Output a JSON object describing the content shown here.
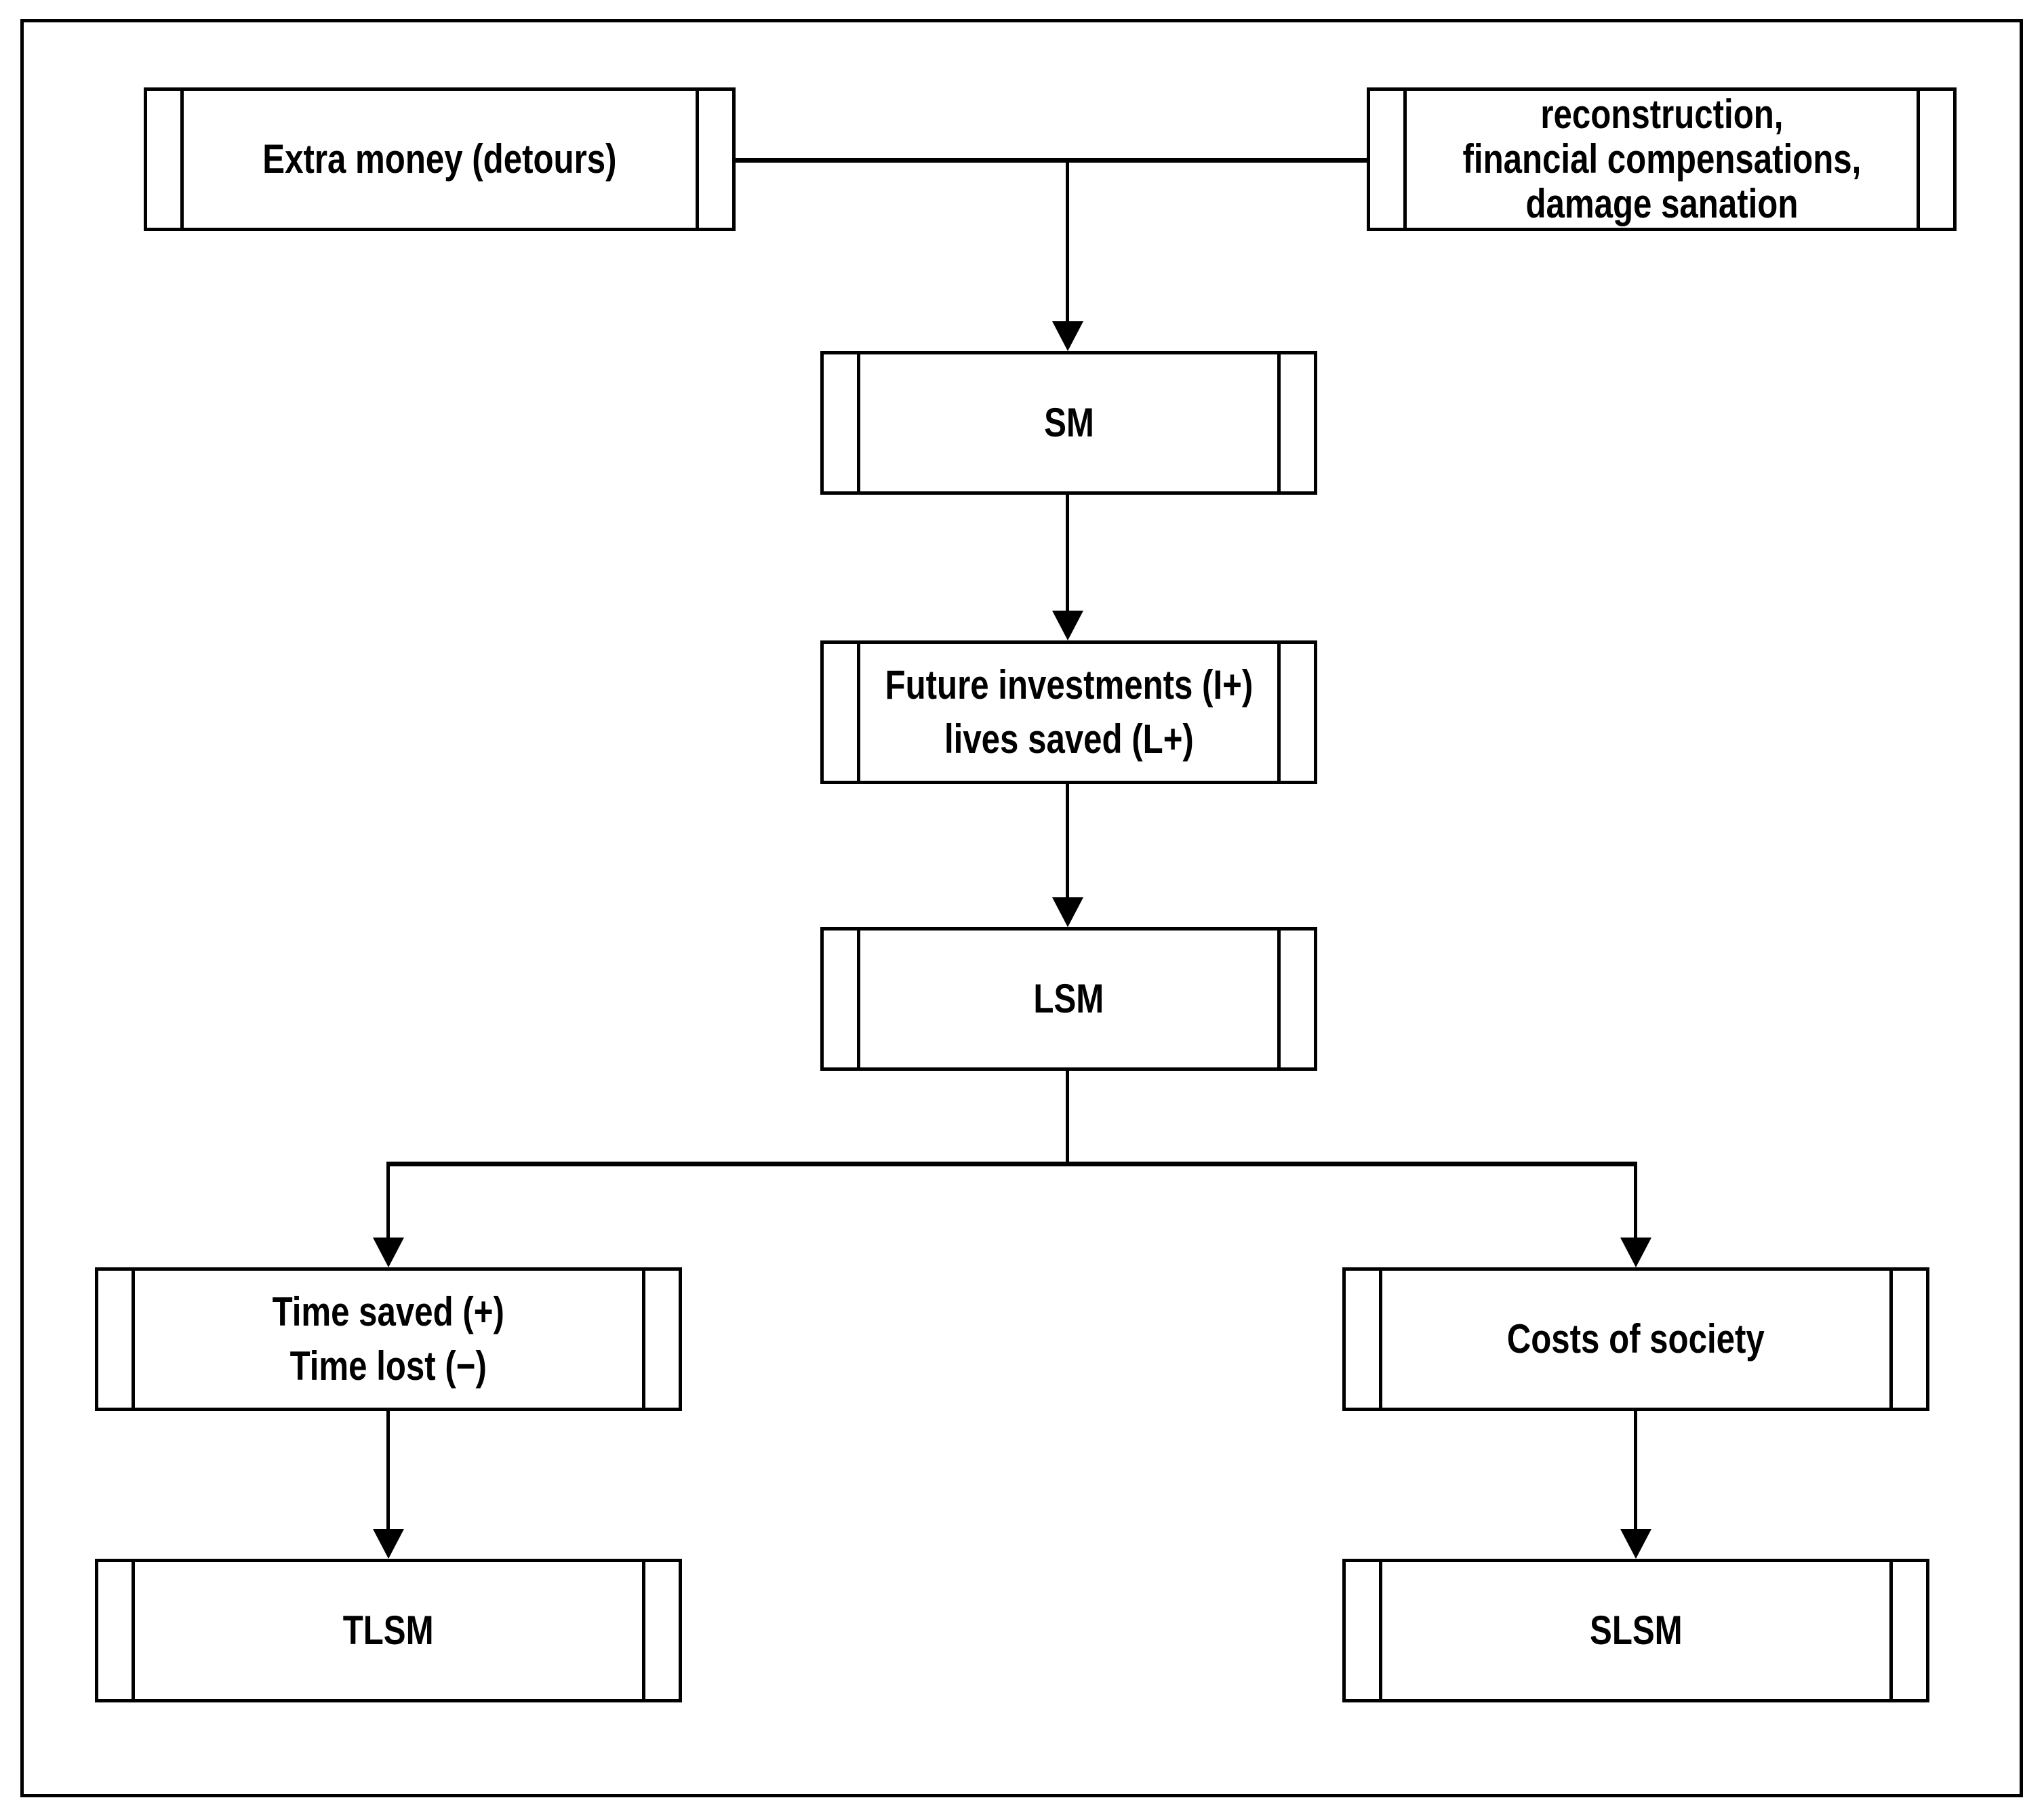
{
  "diagram": {
    "type": "flowchart",
    "colors": {
      "ink": "#000000",
      "paper": "#ffffff"
    },
    "nodes": {
      "extra_money": {
        "label": "Extra money (detours)"
      },
      "reconstruction": {
        "lines": [
          "reconstruction,",
          "financial compensations,",
          "damage sanation"
        ]
      },
      "sm": {
        "label": "SM"
      },
      "future": {
        "lines": [
          "Future investments (I+)",
          "lives saved (L+)"
        ]
      },
      "lsm": {
        "label": "LSM"
      },
      "time": {
        "lines": [
          "Time saved (+)",
          "Time lost (−)"
        ]
      },
      "costs": {
        "label": "Costs of society"
      },
      "tlsm": {
        "label": "TLSM"
      },
      "slsm": {
        "label": "SLSM"
      }
    },
    "edges": [
      "extra_money + reconstruction -> sm",
      "sm -> future",
      "future -> lsm",
      "lsm -> time",
      "lsm -> costs",
      "time -> tlsm",
      "costs -> slsm"
    ]
  }
}
